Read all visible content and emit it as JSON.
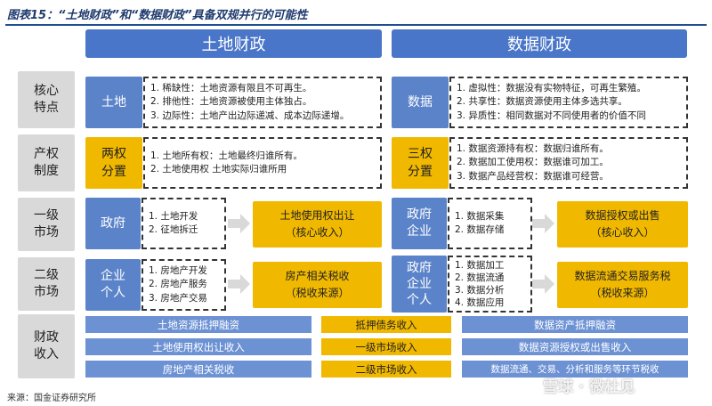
{
  "title": "图表15：“土地财政”和“数据财政”具备双规并行的可能性",
  "headers": {
    "left": "土地财政",
    "right": "数据财政"
  },
  "row_labels": [
    "核心\n特点",
    "产权\n制度",
    "一级\n市场",
    "二级\n市场",
    "财政\n收入"
  ],
  "land": {
    "core_label": "土地",
    "core_items": [
      "1. 稀缺性：土地资源有限且不可再生。",
      "2. 排他性：土地资源被使用主体独占。",
      "3. 边际性：土地产出边际递减、成本边际递增。"
    ],
    "rights_label": "两权\n分置",
    "rights_items": [
      "1. 土地所有权：土地最终归谁所有。",
      "2. 土地使用权  土地实际归谁所用"
    ],
    "primary_label": "政府",
    "primary_items": [
      "1.  土地开发",
      "2.  征地拆迁"
    ],
    "primary_out": "土地使用权出让\n（核心收入）",
    "secondary_label": "企业\n个人",
    "secondary_items": [
      "1.  房地产开发",
      "2.  房地产服务",
      "3.  房地产交易"
    ],
    "secondary_out": "房产相关税收\n（税收来源）"
  },
  "data": {
    "core_label": "数据",
    "core_items": [
      "1. 虚拟性：数据没有实物特征，可再生繁殖。",
      "2. 共享性：数据资源使用主体多选共享。",
      "3. 异质性：相同数据对不同使用者的价值不同"
    ],
    "rights_label": "三权\n分置",
    "rights_items": [
      "1.  数据资源持有权：数据归谁所有。",
      "2.  数据加工使用权：数据谁可加工。",
      "3.  数据产品经营权：数据谁可经营。"
    ],
    "primary_label": "政府\n企业",
    "primary_items": [
      "1.  数据采集",
      "2.  数据存储"
    ],
    "primary_out": "数据授权或出售\n（核心收入）",
    "secondary_label": "政府\n企业\n个人",
    "secondary_items": [
      "1.  数据加工",
      "2.  数据流通",
      "3.  数据分析",
      "4.  数据应用"
    ],
    "secondary_out": "数据流通交易服务税\n（税收来源）"
  },
  "fiscal": {
    "land": [
      "土地资源抵押融资",
      "土地使用权出让收入",
      "房地产相关税收"
    ],
    "middle": [
      "抵押债务收入",
      "一级市场收入",
      "二级市场收入"
    ],
    "data": [
      "数据资产抵押融资",
      "数据资源授权或出售收入",
      "数据流通、交易、分析和服务等环节税收"
    ]
  },
  "source": "来源：国金证券研究所",
  "watermark": "雪球 · 微杜见",
  "colors": {
    "header_blue": "#4a76c9",
    "gold": "#f1b800",
    "label_gray": "#d9d9d9"
  }
}
